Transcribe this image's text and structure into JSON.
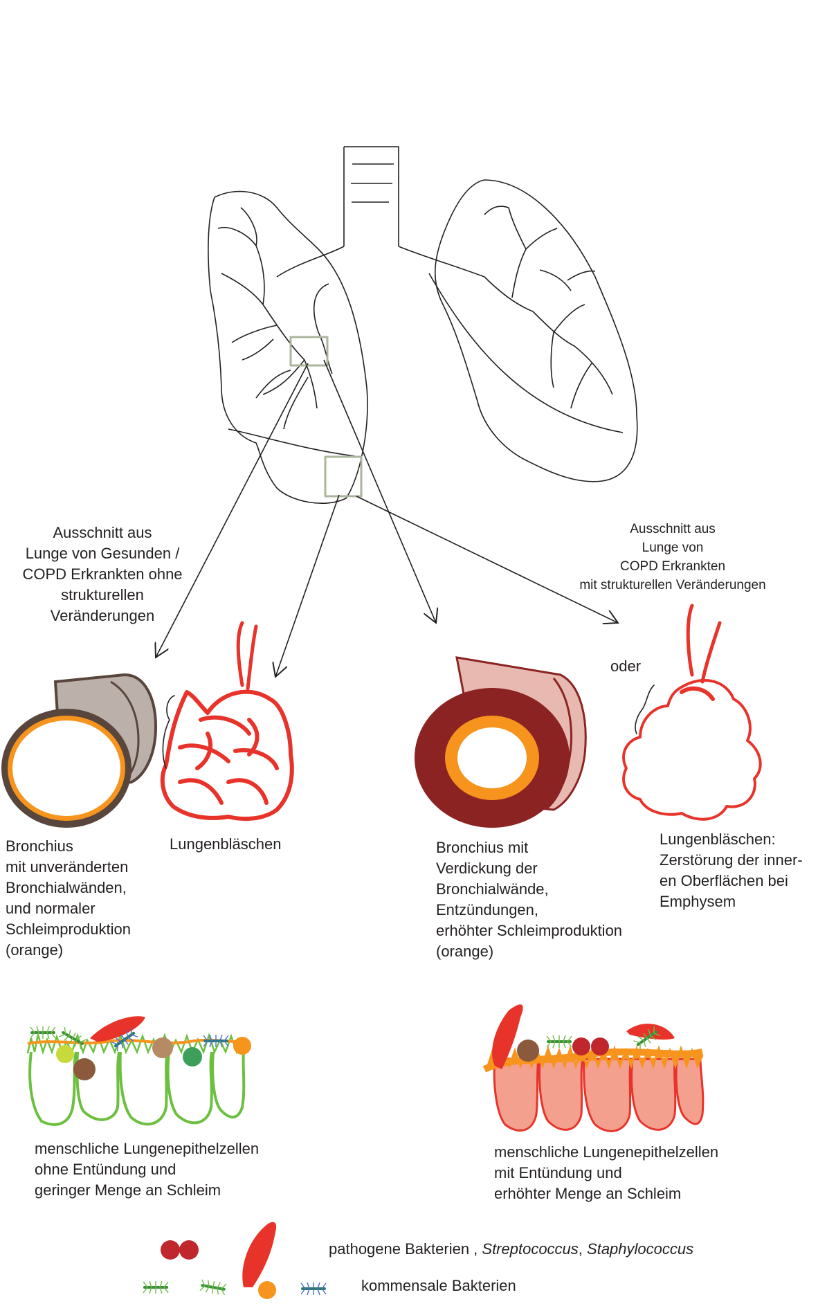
{
  "labels": {
    "healthy_callout": [
      "Ausschnitt aus",
      "Lunge von Gesunden /",
      "COPD Erkrankten ohne",
      "strukturellen",
      "Veränderungen"
    ],
    "copd_callout": [
      "Ausschnitt aus",
      "Lunge von",
      "COPD Erkrankten",
      "mit strukturellen Veränderungen"
    ],
    "oder": "oder",
    "bronchus_normal": [
      "Bronchius",
      "mit unveränderten",
      "Bronchialwänden,",
      "und normaler",
      "Schleimproduktion",
      "(orange)"
    ],
    "alveoli_normal": "Lungenbläschen",
    "bronchus_copd": [
      "Bronchius mit",
      "Verdickung der",
      "Bronchialwände,",
      "Entzündungen,",
      "erhöhter Schleimproduktion",
      "(orange)"
    ],
    "alveoli_copd": [
      "Lungenbläschen:",
      "Zerstörung der inner-",
      "en Oberflächen bei",
      "Emphysem"
    ],
    "epithel_normal": [
      "menschliche Lungenepithelzellen",
      "ohne Entündung und",
      "geringer Menge an Schleim"
    ],
    "epithel_copd": [
      "menschliche Lungenepithelzellen",
      "mit Entündung und",
      "erhöhter Menge an Schleim"
    ]
  },
  "legend": {
    "pathogen_prefix": "pathogene Bakterien , ",
    "pathogen_genus1": "Streptococcus",
    "pathogen_sep": ", ",
    "pathogen_genus2": "Staphylococcus",
    "commensal": "kommensale Bakterien"
  },
  "colors": {
    "outline": "#231f20",
    "roi_box": "#a9b59c",
    "orange": "#f7941d",
    "wall_brown": "#58453c",
    "wall_gray": "#bcb1aa",
    "wall_red": "#8b2323",
    "wall_pink": "#e8b9b0",
    "alveoli_red": "#e8332a",
    "epithel_green": "#6cbf3f",
    "epithel_pink": "#f4a08f",
    "bacteria_red": "#c0272d"
  }
}
